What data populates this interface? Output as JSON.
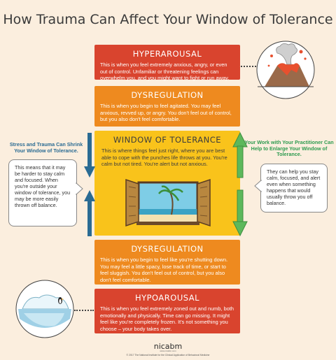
{
  "title": "How Trauma Can Affect Your Window of Tolerance",
  "zones": {
    "hyperarousal": {
      "heading": "HYPERAROUSAL",
      "text": "This is when you feel extremely anxious, angry, or even out of control. Unfamiliar or threatening feelings can overwhelm you, and you might want to fight or run away."
    },
    "dysregulation_top": {
      "heading": "DYSREGULATION",
      "text": "This is when you begin to feel agitated. You may feel anxious, revved up, or angry.  You don't feel out of control, but you also don't feel comfortable."
    },
    "window": {
      "heading": "WINDOW OF TOLERANCE",
      "text": "This is where things feel just right, where you are best able to cope with the punches life throws at you. You're calm but not tired. You're alert but not anxious."
    },
    "dysregulation_bottom": {
      "heading": "DYSREGULATION",
      "text": "This is when you begin to feel like you're shutting down. You may feel a little spacy, lose track of time, or start to feel sluggish. You don't feel out of control, but you also don't feel comfortable."
    },
    "hypoarousal": {
      "heading": "HYPOAROUSAL",
      "text": "This is when you feel extremely zoned out and numb, both emotionally and physically. Time can go missing. It might feel like you're completely frozen. It's not something you choose – your body takes over."
    }
  },
  "left_panel": {
    "title": "Stress and Trauma Can Shrink Your Window of Tolerance.",
    "bubble": "This means that it may be harder to stay calm and focused. When you're outside your window of tolerance, you may be more easily thrown off balance."
  },
  "right_panel": {
    "title": "Your Work with Your Practitioner Can Help to Enlarge Your Window of Tolerance.",
    "bubble": "They can help you stay calm, focused, and alert even when something happens that would usually throw you off balance."
  },
  "footer": {
    "logo": "nicabm",
    "url": "www.nicabm.com",
    "copyright": "©  2017  The National Institute for the Clinical Application of Behavioral Medicine"
  },
  "colors": {
    "hyperarousal": "#d9442e",
    "dysregulation": "#ee8a1f",
    "window": "#f9c31b",
    "shrink_arrow": "#2a6b93",
    "enlarge_arrow": "#5cb85c"
  },
  "icons": {
    "top_right": "volcano-icon",
    "bottom_left": "iceberg-icon",
    "window_center": "open-window-beach-icon"
  }
}
